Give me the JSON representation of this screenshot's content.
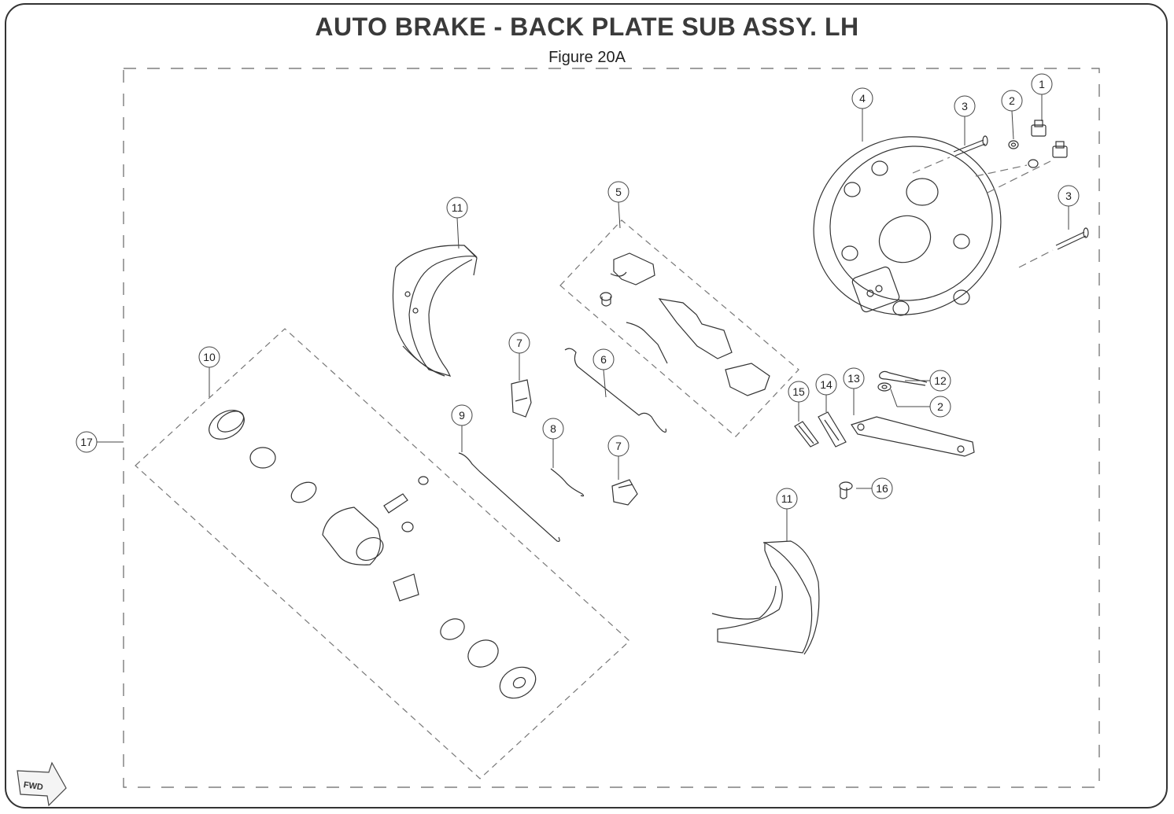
{
  "title": "AUTO BRAKE - BACK PLATE SUB ASSY. LH",
  "subtitle": "Figure 20A",
  "fwd_label": "FWD",
  "callouts": [
    {
      "id": "callout-1",
      "text": "1"
    },
    {
      "id": "callout-2a",
      "text": "2"
    },
    {
      "id": "callout-3a",
      "text": "3"
    },
    {
      "id": "callout-4",
      "text": "4"
    },
    {
      "id": "callout-3b",
      "text": "3"
    },
    {
      "id": "callout-5",
      "text": "5"
    },
    {
      "id": "callout-11a",
      "text": "11"
    },
    {
      "id": "callout-7a",
      "text": "7"
    },
    {
      "id": "callout-6",
      "text": "6"
    },
    {
      "id": "callout-10",
      "text": "10"
    },
    {
      "id": "callout-9",
      "text": "9"
    },
    {
      "id": "callout-8",
      "text": "8"
    },
    {
      "id": "callout-7b",
      "text": "7"
    },
    {
      "id": "callout-17",
      "text": "17"
    },
    {
      "id": "callout-15",
      "text": "15"
    },
    {
      "id": "callout-14",
      "text": "14"
    },
    {
      "id": "callout-13",
      "text": "13"
    },
    {
      "id": "callout-12",
      "text": "12"
    },
    {
      "id": "callout-2b",
      "text": "2"
    },
    {
      "id": "callout-16",
      "text": "16"
    },
    {
      "id": "callout-11b",
      "text": "11"
    }
  ]
}
